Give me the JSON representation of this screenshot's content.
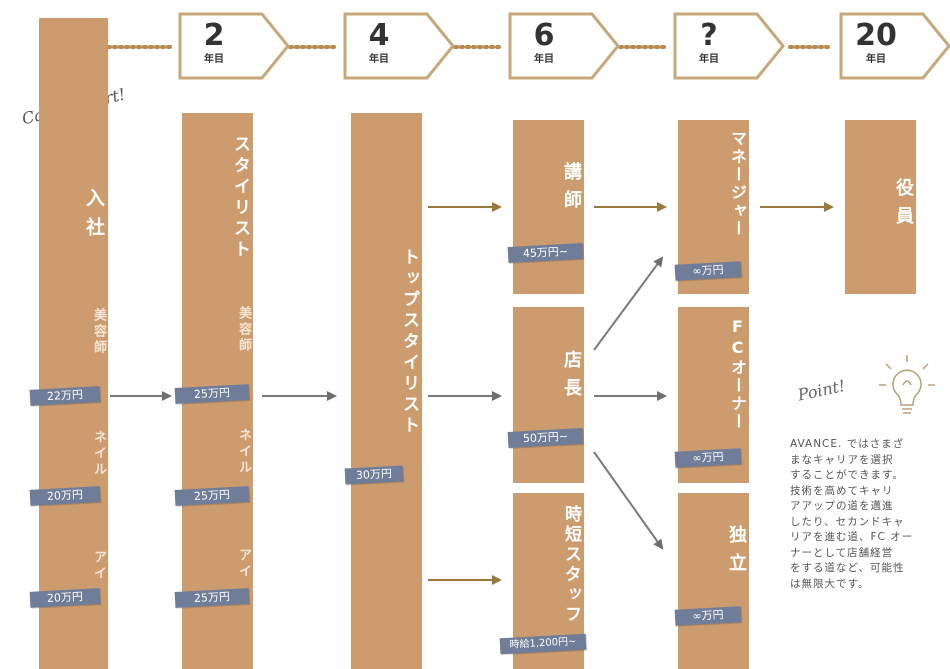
{
  "header": {
    "steps": [
      {
        "number": "2",
        "unit": "年目"
      },
      {
        "number": "4",
        "unit": "年目"
      },
      {
        "number": "6",
        "unit": "年目"
      },
      {
        "number": "?",
        "unit": "年目"
      },
      {
        "number": "20",
        "unit": "年目"
      }
    ]
  },
  "career_start": "Career start!",
  "join": {
    "title": "入社",
    "beautician_label": "美容師",
    "beautician_salary": "22万円",
    "nail_label": "ネイル",
    "nail_salary": "20万円",
    "eye_label": "アイ",
    "eye_salary": "20万円"
  },
  "stylist": {
    "title": "スタイリスト",
    "beautician_label": "美容師",
    "beautician_salary": "25万円",
    "nail_label": "ネイル",
    "nail_salary": "25万円",
    "eye_label": "アイ",
    "eye_salary": "25万円"
  },
  "top_stylist": {
    "title": "トップスタイリスト",
    "salary": "30万円"
  },
  "instructor": {
    "title": "講師",
    "salary": "45万円~"
  },
  "store_manager": {
    "title": "店長",
    "salary": "50万円~"
  },
  "short_time_staff": {
    "title": "時短スタッフ",
    "salary": "時給1,200円~"
  },
  "manager": {
    "title": "マネージャー",
    "salary": "∞万円"
  },
  "fc_owner": {
    "title": "FCオーナー",
    "salary": "∞万円"
  },
  "independent": {
    "title": "独立",
    "salary": "∞万円"
  },
  "executive": {
    "title": "役員"
  },
  "point": {
    "title": "Point!",
    "text": "AVANCE. ではさまざ\nまなキャリアを選択\nすることができます。\n技術を高めてキャリ\nアアップの道を邁進\nしたり、セカンドキャ\nリアを進む道、FC オー\nナーとして店舗経営\nをする道など、可能性\nは無限大です。"
  },
  "colors": {
    "column": "#cc9c6e",
    "tag": "#6f7d98",
    "arrow_dark": "#7a7a7a",
    "arrow_gold": "#9a7a3c",
    "dots": "#b88a4e"
  }
}
